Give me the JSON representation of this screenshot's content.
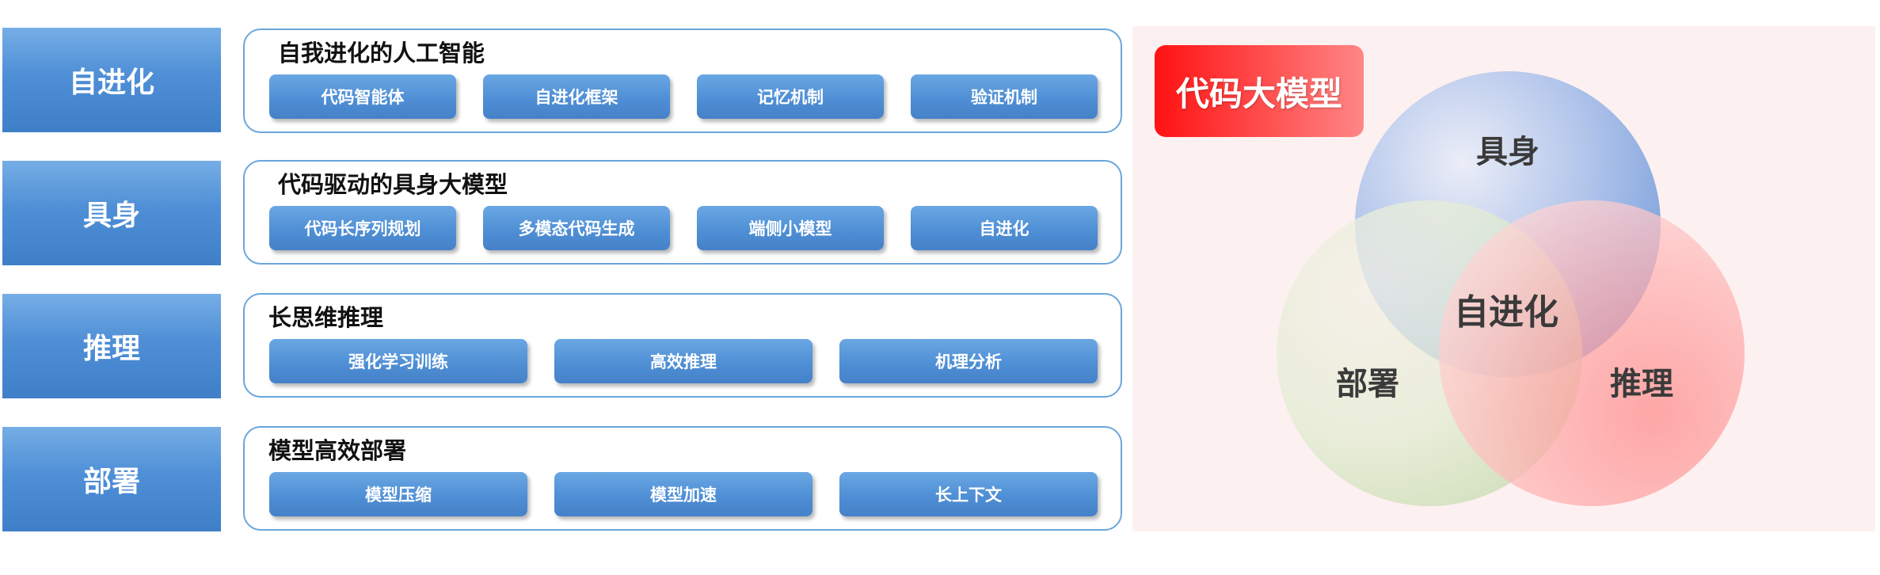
{
  "rows": [
    {
      "label": "自进化",
      "title": "自我进化的人工智能",
      "chips": [
        "代码智能体",
        "自进化框架",
        "记忆机制",
        "验证机制"
      ]
    },
    {
      "label": "具身",
      "title": "代码驱动的具身大模型",
      "chips": [
        "代码长序列规划",
        "多模态代码生成",
        "端侧小模型",
        "自进化"
      ]
    },
    {
      "label": "推理",
      "title": "长思维推理",
      "chips": [
        "强化学习训练",
        "高效推理",
        "机理分析"
      ]
    },
    {
      "label": "部署",
      "title": "模型高效部署",
      "chips": [
        "模型压缩",
        "模型加速",
        "长上下文"
      ]
    }
  ],
  "venn": {
    "title": "代码大模型",
    "circles": [
      {
        "label": "具身",
        "color": "#7fa2dd"
      },
      {
        "label": "部署",
        "color": "#c7ddb4"
      },
      {
        "label": "推理",
        "color": "#ff8d8d"
      }
    ],
    "center_label": "自进化"
  },
  "colors": {
    "label_blue": "#4f8fd6",
    "panel_border": "#6aa6dd",
    "title_red": "#ff1212",
    "venn_bg": "#fdf0f0"
  }
}
